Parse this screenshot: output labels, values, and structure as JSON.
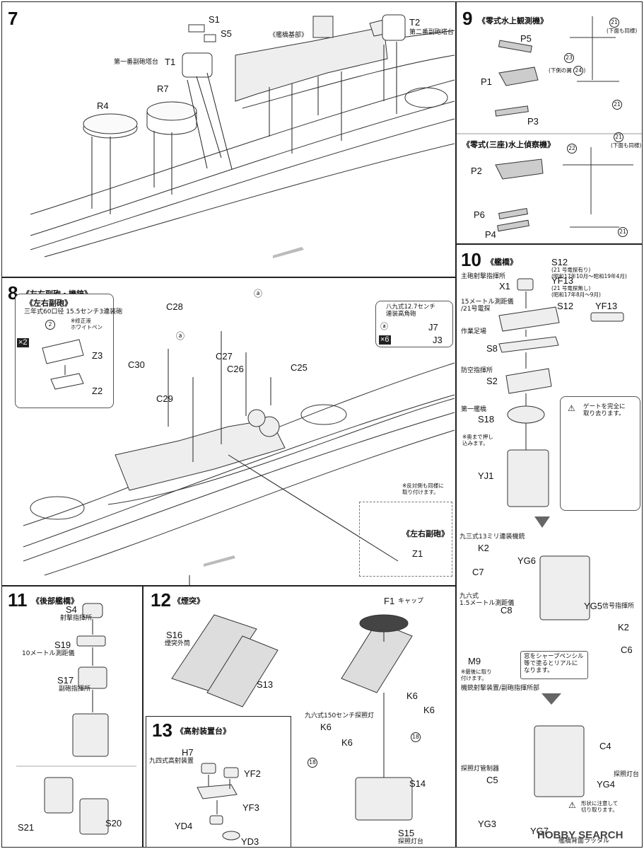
{
  "step7": {
    "num": "7",
    "s1": "S1",
    "s5": "S5",
    "t2": "T2",
    "t2_desc": "第二番副砲塔台",
    "bridge_base": "《艦橋基部》",
    "t1_desc": "第一番副砲塔台",
    "t1": "T1",
    "r7": "R7",
    "r4": "R4"
  },
  "step8": {
    "num": "8",
    "title": "《左右副砲・機銃》",
    "inset_title": "《左右副砲》",
    "inset_desc": "三年式60口径 15.5センチ3連装砲",
    "paint_num": "2",
    "paint_note": "※修正液\nホワイトペン",
    "mult2": "×2",
    "z3": "Z3",
    "z2": "Z2",
    "c28": "C28",
    "a1": "ⓐ",
    "a2": "ⓐ",
    "c27": "C27",
    "c26": "C26",
    "c25": "C25",
    "c30": "C30",
    "c29": "C29",
    "aa_title": "八九式12.7センチ\n連装高角砲",
    "aa_a": "ⓐ",
    "mult6": "×6",
    "j7": "J7",
    "j3": "J3",
    "opp_note": "※反対側も同様に\n取り付けます。",
    "inset2_title": "《左右副砲》",
    "z1": "Z1"
  },
  "step9": {
    "num": "9",
    "title": "《零式水上観測機》",
    "p5": "P5",
    "p1": "P1",
    "p3": "P3",
    "n21": "21",
    "n23": "23",
    "n24": "24",
    "under_same": "(下面も同様)",
    "under_wing": "(下側の翼",
    "title2": "《零式(三座)水上偵察機》",
    "p2": "P2",
    "p6": "P6",
    "p4": "P4",
    "n22": "22"
  },
  "step10": {
    "num": "10",
    "title": "《艦橋》",
    "s12_label": "S12",
    "s12_note": "(21 号電探有り)\n(昭和17年10月〜昭和19年4月)",
    "yf13_label": "YF13",
    "yf13_note": "(21 号電探無し)\n(昭和17年8月〜9月)",
    "x1_desc": "主砲射撃指揮所",
    "x1": "X1",
    "rf_desc": "15メートル測距儀\n/21号電探",
    "s12": "S12",
    "yf13": "YF13",
    "s8_desc": "作業足場",
    "s8": "S8",
    "s2_desc": "防空指揮所",
    "s2": "S2",
    "s18_desc": "第一艦橋",
    "s18": "S18",
    "push_note": "※奥まで押し\n込みます。",
    "yj1": "YJ1",
    "gate_note": "ゲートを完全に\n取り去ります。",
    "mg_desc": "九三式13ミリ連装機銃",
    "k2": "K2",
    "yg6": "YG6",
    "c7": "C7",
    "rf96_desc": "九六式\n1.5メートル測距儀",
    "c8": "C8",
    "yg5": "YG5",
    "yg5_desc": "信号指揮所",
    "k2b": "K2",
    "c6": "C6",
    "m9": "M9",
    "last_note": "※最後に取り\n付けます。",
    "window_note": "窓をシャープペンシル\n等で塗るとリアルに\nなります。",
    "mg_ctrl": "機銃射撃装置/副砲指揮所部",
    "c4": "C4",
    "sl_ctrl_desc": "探照灯管制器",
    "c5": "C5",
    "sl_desc": "探照灯台",
    "yg4": "YG4",
    "shape_note": "形状に注意して\n切り取ります。",
    "yg3": "YG3",
    "yg7": "YG7",
    "ladder_desc": "艦橋背面ラッタル"
  },
  "step11": {
    "num": "11",
    "title": "《後部艦橋》",
    "s4": "S4",
    "s4_desc": "射撃指揮所",
    "s19": "S19",
    "s19_desc": "10メートル測距儀",
    "s17": "S17",
    "s17_desc": "副砲指揮所",
    "s21": "S21",
    "s20": "S20"
  },
  "step12": {
    "num": "12",
    "title": "《煙突》",
    "s16": "S16",
    "s16_desc": "煙突外筒",
    "s13": "S13",
    "f1": "F1",
    "f1_desc": "キャップ",
    "sl_title": "九六式150センチ探照灯",
    "k6a": "K6",
    "k6b": "K6",
    "k6c": "K6",
    "k6d": "K6",
    "n18a": "18",
    "n18b": "18",
    "s14": "S14",
    "s15": "S15",
    "s15_desc": "探照灯台"
  },
  "step13": {
    "num": "13",
    "title": "《高射装置台》",
    "h7": "H7",
    "h7_desc": "九四式高射装置",
    "yf2": "YF2",
    "yf3": "YF3",
    "yd4": "YD4",
    "yd3": "YD3"
  },
  "watermark": "HOBBY SEARCH"
}
